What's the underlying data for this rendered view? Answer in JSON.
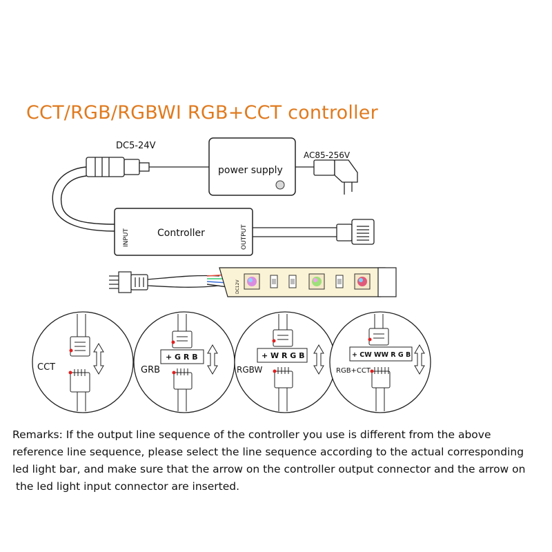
{
  "title": "CCT/RGB/RGBWI RGB+CCT controller",
  "labels": {
    "dc_voltage": "DC5-24V",
    "ac_voltage": "AC85-256V",
    "power_supply": "power supply",
    "controller": "Controller",
    "input": "INPUT",
    "output": "OUTPUT",
    "strip_marking": "DC12V"
  },
  "circles": [
    {
      "name": "CCT",
      "sequence": ""
    },
    {
      "name": "GRB",
      "sequence": "+ G R B"
    },
    {
      "name": "RGBW",
      "sequence": "+ W R G B"
    },
    {
      "name": "RGB+CCT",
      "sequence": "+ CW WW R G B"
    }
  ],
  "remarks": [
    "Remarks: If the output line sequence of the controller you use is different from the above",
    "reference line sequence, please select the line sequence according to the actual corresponding",
    "led light bar, and make sure that the arrow on the controller output connector and the arrow on",
    " the led light input connector are inserted."
  ],
  "colors": {
    "title": "#e07a1e",
    "line": "#222222"
  }
}
